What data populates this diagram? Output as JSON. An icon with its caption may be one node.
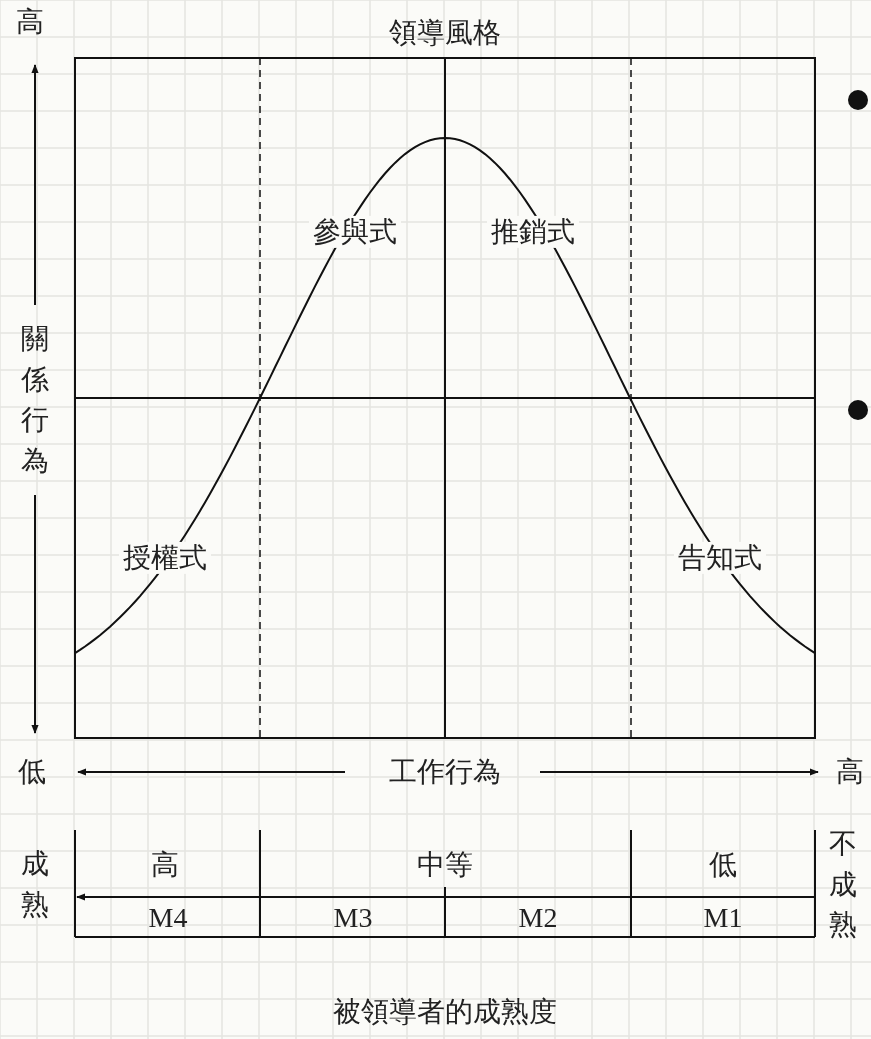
{
  "diagram": {
    "title": "領導風格",
    "caption": "被領導者的成熟度",
    "labels": [
      "高",
      "關係行為",
      "低",
      "工作行為",
      "高",
      "參與式",
      "推銷式",
      "授權式",
      "告知式",
      "成熟",
      "高",
      "中等",
      "低",
      "不成熟",
      "M4",
      "M3",
      "M2",
      "M1"
    ]
  }
}
